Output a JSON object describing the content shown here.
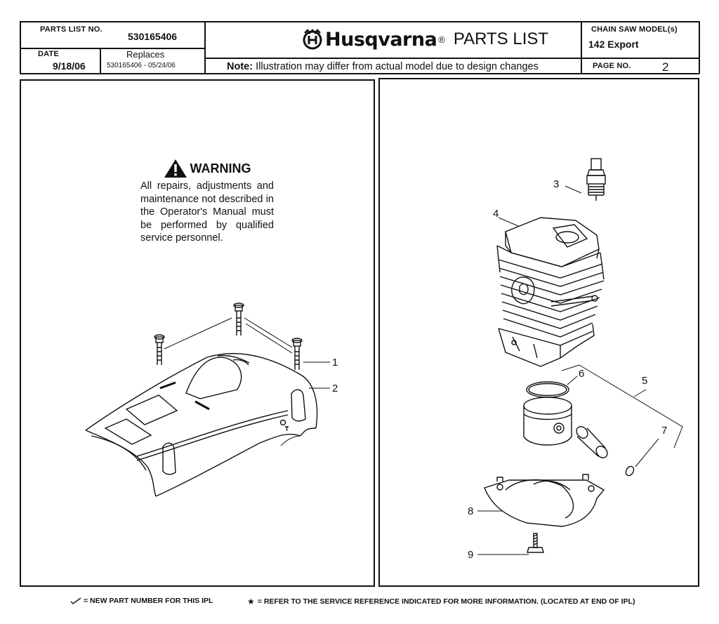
{
  "header": {
    "parts_list_no_label": "PARTS LIST NO.",
    "parts_list_no": "530165406",
    "date_label": "DATE",
    "date": "9/18/06",
    "replaces_label": "Replaces",
    "replaces": "530165406 - 05/24/06",
    "brand": "Husqvarna",
    "registered": "®",
    "title": "PARTS LIST",
    "note_label": "Note:",
    "note": "Illustration may differ from actual model due to design changes",
    "model_label": "CHAIN SAW MODEL(s)",
    "model": "142 Export",
    "page_label": "PAGE  NO.",
    "page_no": "2"
  },
  "warning": {
    "title": "WARNING",
    "text": "All repairs, adjustments and maintenance not described in the Operator's Manual must be performed by qualified service personnel."
  },
  "callouts": {
    "c1": "1",
    "c2": "2",
    "c3": "3",
    "c4": "4",
    "c5": "5",
    "c6": "6",
    "c7": "7",
    "c8": "8",
    "c9": "9"
  },
  "footer": {
    "new_part": "= NEW PART NUMBER FOR THIS  IPL",
    "service_ref": "= REFER TO THE SERVICE REFERENCE  INDICATED FOR MORE INFORMATION. (LOCATED AT END OF IPL)"
  }
}
